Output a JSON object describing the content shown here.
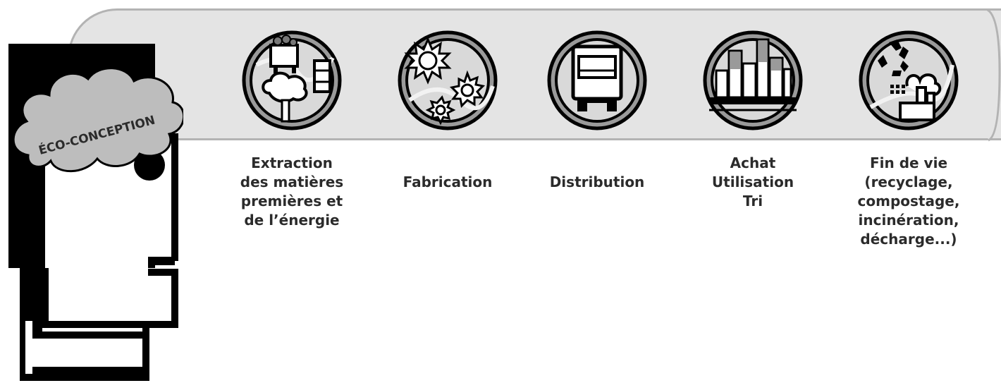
{
  "cloud": {
    "title": "ÉCO-CONCEPTION"
  },
  "stages": [
    {
      "label": "Extraction\ndes matières\npremières et\nde l’énergie",
      "icon": "mine-cart-tree-barrel-icon"
    },
    {
      "label": "Fabrication",
      "icon": "gears-icon"
    },
    {
      "label": "Distribution",
      "icon": "truck-icon"
    },
    {
      "label": "Achat\nUtilisation\nTri",
      "icon": "shelf-products-icon"
    },
    {
      "label": "Fin de vie\n(recyclage,\ncompostage,\nincinération,\ndécharge...)",
      "icon": "recycle-factory-icon"
    }
  ],
  "colors": {
    "band": "#e4e4e4",
    "band_border": "#b3b3b3",
    "icon_fill": "#9a9a9a",
    "ink": "#000000"
  }
}
